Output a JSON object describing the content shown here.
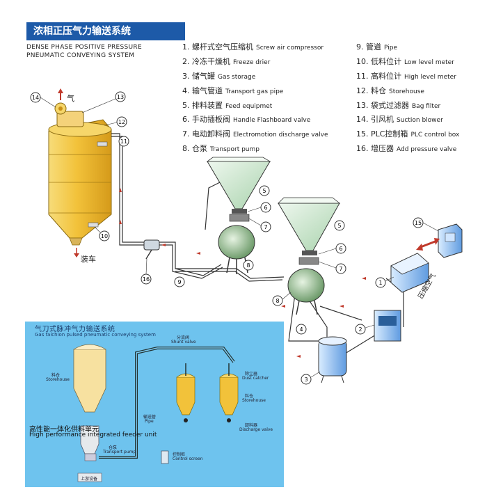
{
  "title": "浓相正压气力输送系统",
  "subtitle_lines": [
    "DENSE PHASE POSITIVE PRESSURE",
    "PNEUMATIC CONVEYING SYSTEM"
  ],
  "legend_left": [
    {
      "zh": "1. 螺杆式空气压缩机",
      "en": "Screw air compressor"
    },
    {
      "zh": "2. 冷冻干燥机",
      "en": "Freeze drier"
    },
    {
      "zh": "3. 储气罐",
      "en": "Gas storage"
    },
    {
      "zh": "4. 输气管道",
      "en": "Transport gas pipe"
    },
    {
      "zh": "5. 排料装置",
      "en": "Feed equipmet"
    },
    {
      "zh": "6. 手动插板阀",
      "en": "Handle Flashboard valve"
    },
    {
      "zh": "7. 电动卸料阀",
      "en": "Electromotion discharge valve"
    },
    {
      "zh": "8. 仓泵",
      "en": "Transport pump"
    }
  ],
  "legend_right": [
    {
      "zh": "9. 管道",
      "en": "Pipe"
    },
    {
      "zh": "10. 低料位计",
      "en": "Low level meter"
    },
    {
      "zh": "11. 高料位计",
      "en": "High level meter"
    },
    {
      "zh": "12. 料仓",
      "en": "Storehouse"
    },
    {
      "zh": "13. 袋式过滤器",
      "en": "Bag filter"
    },
    {
      "zh": "14. 引风机",
      "en": "Suction blower"
    },
    {
      "zh": "15. PLC控制箱",
      "en": "PLC control box"
    },
    {
      "zh": "16. 增压器",
      "en": "Add pressure valve"
    }
  ],
  "diagram_labels": {
    "air": "气",
    "truck_loading": "装车",
    "compressed_air": "压缩空气"
  },
  "callouts": [
    "1",
    "2",
    "3",
    "4",
    "5",
    "5",
    "6",
    "6",
    "7",
    "7",
    "8",
    "8",
    "9",
    "10",
    "11",
    "12",
    "13",
    "14",
    "15",
    "16"
  ],
  "inset": {
    "title_zh": "气刀式脉冲气力输送系统",
    "title_en": "Gas falchion pulsed pneumatic conveying system",
    "storehouse_zh": "料仓",
    "storehouse_en": "Storehouse",
    "feeder_zh": "高性能一体化供料单元",
    "feeder_en": "High performance integrated feeder unit",
    "pump_zh": "仓泵",
    "pump_en": "Transport pump",
    "pipe_zh": "输送管",
    "pipe_en": "Pipe",
    "shunt_zh": "分流阀",
    "shunt_en": "Shunt valve",
    "dust_zh": "除尘器",
    "dust_en": "Dust catcher",
    "store2_zh": "料仓",
    "store2_en": "Storehouse",
    "discharge_zh": "卸料器",
    "discharge_en": "Discharge valve",
    "control_zh": "控制柜",
    "control_en": "Control screen",
    "source_zh": "上游设备"
  },
  "colors": {
    "title_bg": "#1d5aa8",
    "silo": "#f2c23a",
    "hopper": "#cfe8d2",
    "inset_bg": "#6ec3ee",
    "pump_green": "#7bb07a"
  }
}
